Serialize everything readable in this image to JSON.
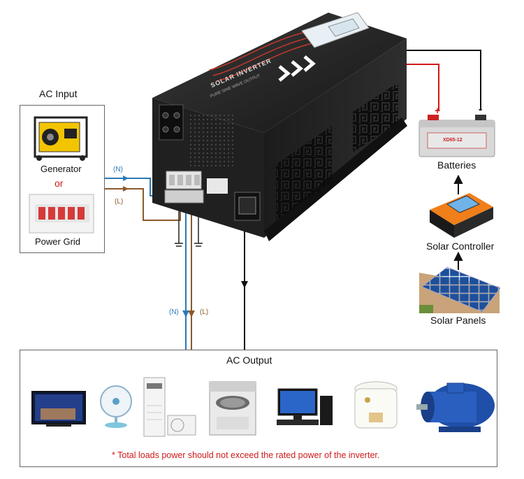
{
  "ac_input": {
    "title": "AC Input",
    "generator_label": "Generator",
    "or_label": "or",
    "grid_label": "Power Grid"
  },
  "wires": {
    "neutral_label": "(N)",
    "line_label": "(L)",
    "neutral_color": "#2a7ab8",
    "line_color": "#8b5a2b",
    "positive_color": "#d11a1a",
    "negative_color": "#111111"
  },
  "inverter": {
    "brand_text": "SOLAR INVERTER",
    "sub_text": "PURE SINE WAVE OUTPUT"
  },
  "right_chain": {
    "plus": "+",
    "minus": "-",
    "battery_text": "XD65-12",
    "batteries_label": "Batteries",
    "controller_label": "Solar Controller",
    "panels_label": "Solar Panels"
  },
  "ac_output": {
    "title": "AC Output",
    "note": "* Total loads power should not exceed the rated power of the inverter.",
    "note_color": "#d11a1a",
    "appliances": [
      "tv-icon",
      "fan-icon",
      "air-conditioner-icon",
      "washing-machine-icon",
      "computer-icon",
      "rice-cooker-icon",
      "electric-motor-icon"
    ]
  }
}
